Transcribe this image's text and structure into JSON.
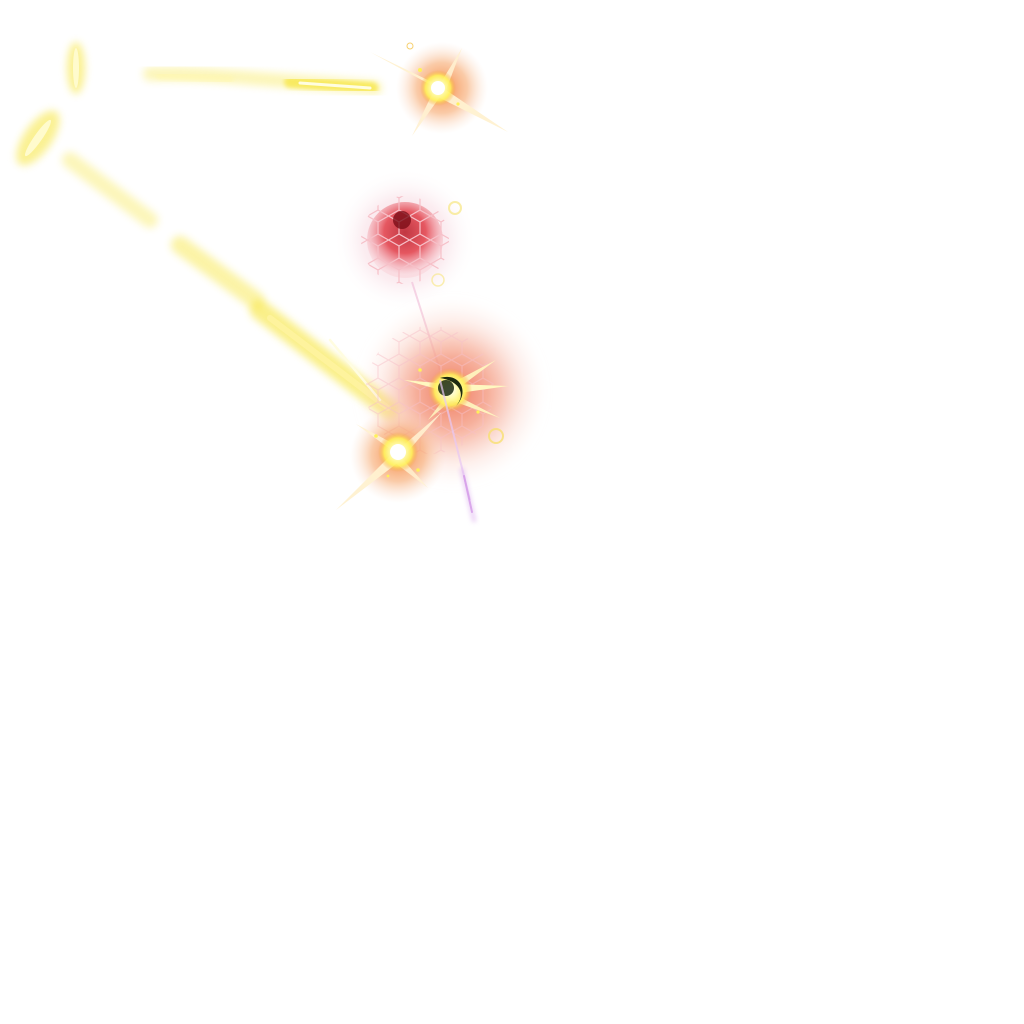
{
  "scene": {
    "background_color": "#ffffff",
    "sprite_sheet": "vfx-impact-frames",
    "effects": [
      {
        "name": "laser-streak-top",
        "icon": "laser-beam-icon"
      },
      {
        "name": "laser-streak-diagonal",
        "icon": "laser-beam-icon"
      },
      {
        "name": "impact-burst-top",
        "icon": "four-point-spark-icon"
      },
      {
        "name": "hex-shield-red",
        "icon": "hexagon-shield-icon"
      },
      {
        "name": "impact-burst-large",
        "icon": "four-point-spark-icon"
      },
      {
        "name": "impact-burst-lower",
        "icon": "four-point-spark-icon"
      },
      {
        "name": "particle-trail-violet",
        "icon": "particle-trail-icon"
      }
    ],
    "colors": {
      "laser_core": "#fffbd0",
      "laser_glow": "#f7e53a",
      "burst_core": "#ffffff",
      "burst_yellow": "#fff15a",
      "burst_orange": "#f5a040",
      "burst_halo": "#f4a27c",
      "shield_red": "#e2404a",
      "shield_glow": "#f3c4d0",
      "hex_outline": "#f0aab4",
      "dark_core": "#1c2a10",
      "violet_trail": "#e0b6f0"
    }
  }
}
